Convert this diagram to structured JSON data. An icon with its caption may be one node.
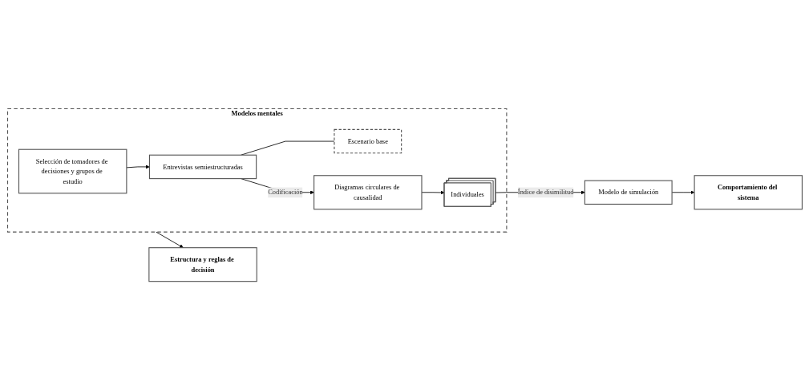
{
  "diagram": {
    "nodes": [
      {
        "text": [
          "Modelos mentales"
        ]
      },
      {
        "text": [
          "Selección de tomadores de decisiones y grupos de estudio"
        ],
        "in": 0
      },
      {
        "text": [
          "Entrevistas semiestructuradas"
        ],
        "in": 0
      },
      {
        "text": [
          "Escenario base"
        ],
        "in": 0
      },
      {
        "text": [
          "Diagramas circulares de causalidad"
        ],
        "in": 0
      },
      {
        "text": [
          "Individuales"
        ],
        "in": 0
      },
      {
        "text": [
          "Modelo de simulación"
        ]
      },
      {
        "text": [
          "Estructura y reglas de decisión"
        ]
      },
      {
        "text": [
          "Comportamiento del sistema"
        ]
      }
    ],
    "edges": [
      {
        "from": 1,
        "to": 2,
        "arrow": "to"
      },
      {
        "from": 2,
        "to": 3,
        "arrow": "none"
      },
      {
        "from": 2,
        "to": 4,
        "arrow": "to",
        "label": "Codificación"
      },
      {
        "from": 4,
        "to": 5,
        "arrow": "to"
      },
      {
        "from": 5,
        "to": 6,
        "arrow": "to",
        "label": "Índice de disimilitud"
      },
      {
        "from": 0,
        "to": 7,
        "arrow": "to"
      },
      {
        "from": 6,
        "to": 8,
        "arrow": "to"
      }
    ]
  }
}
